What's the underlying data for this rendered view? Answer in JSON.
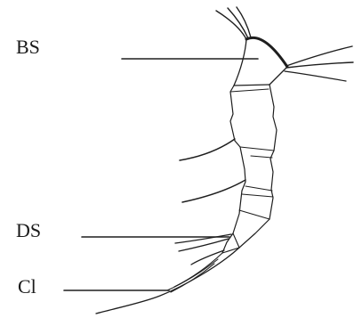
{
  "labels": {
    "bs": "BS",
    "ds": "DS",
    "cl": "Cl"
  },
  "colors": {
    "ink": "#1e1e1e",
    "background": "#ffffff"
  }
}
